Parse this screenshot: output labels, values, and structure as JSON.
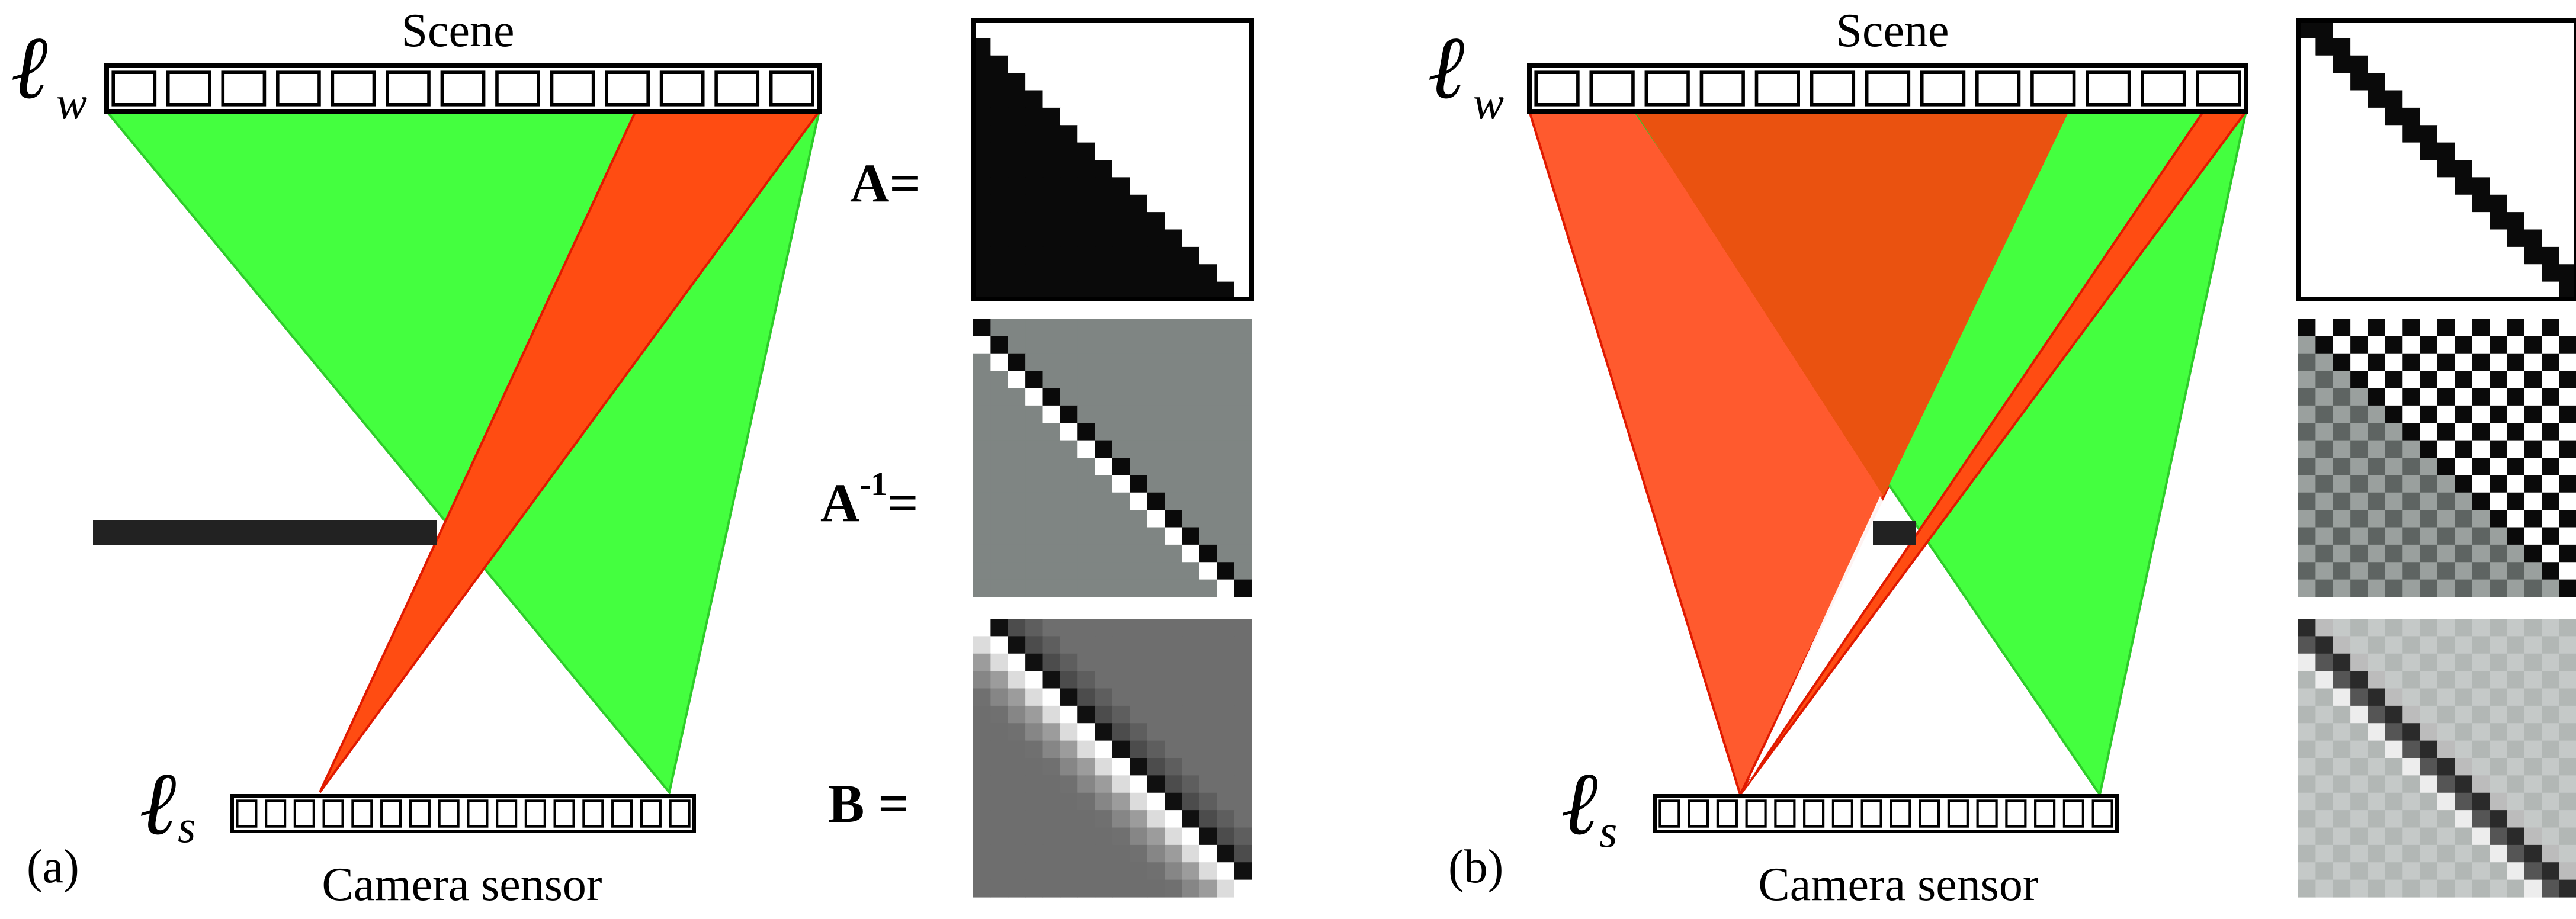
{
  "panel_a": {
    "tag": "(a)",
    "scene_label": "Scene",
    "sensor_label": "Camera sensor",
    "ell_symbol": "ℓ",
    "scene_subscript": "w",
    "sensor_subscript": "s",
    "matrix_A_label": "A=",
    "matrix_Ainv_base": "A",
    "matrix_Ainv_sup": "-1",
    "matrix_Ainv_eq": "=",
    "matrix_B_label": "B ="
  },
  "panel_b": {
    "tag": "(b)",
    "scene_label": "Scene",
    "sensor_label": "Camera sensor",
    "ell_symbol": "ℓ",
    "scene_subscript": "w",
    "sensor_subscript": "s"
  },
  "colors": {
    "green_cone": "#44ff3f",
    "green_edge": "#2ecc2a",
    "orange_cone": "#ff4c12",
    "orange_cone_b": "#ff5a2e",
    "orange_dark": "#ea5210",
    "orange_edge": "#e01a00",
    "occluder": "#222222",
    "grid_border": "#000000",
    "matrix_gray": "#7f8583",
    "matrix_gray_b": "#5e6462"
  },
  "grid_cells": {
    "scene": 13,
    "sensor": 16
  },
  "matrix_size": 16
}
